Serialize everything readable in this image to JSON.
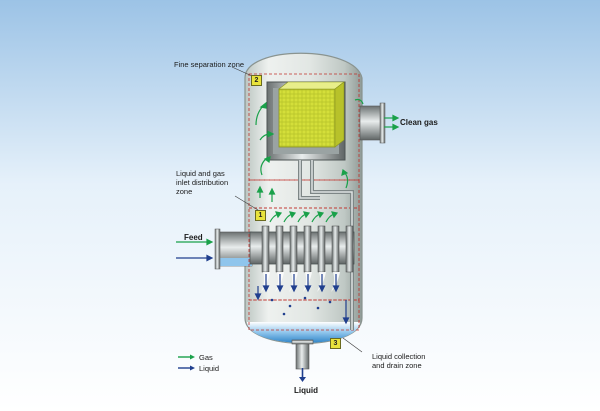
{
  "labels": {
    "fine_separation": "Fine separation zone",
    "inlet_distribution_1": "Liquid and gas",
    "inlet_distribution_2": "inlet distribution",
    "inlet_distribution_3": "zone",
    "feed": "Feed",
    "clean_gas": "Clean gas",
    "collection_1": "Liquid collection",
    "collection_2": "and drain zone",
    "liquid_outlet": "Liquid"
  },
  "zones": [
    "1",
    "2",
    "3"
  ],
  "legend": {
    "gas": "Gas",
    "liquid": "Liquid"
  },
  "colors": {
    "gas_arrow": "#1aa14a",
    "liquid_arrow": "#203f8e",
    "packing": "#d6e23a",
    "zone_border": "#c0302a"
  }
}
